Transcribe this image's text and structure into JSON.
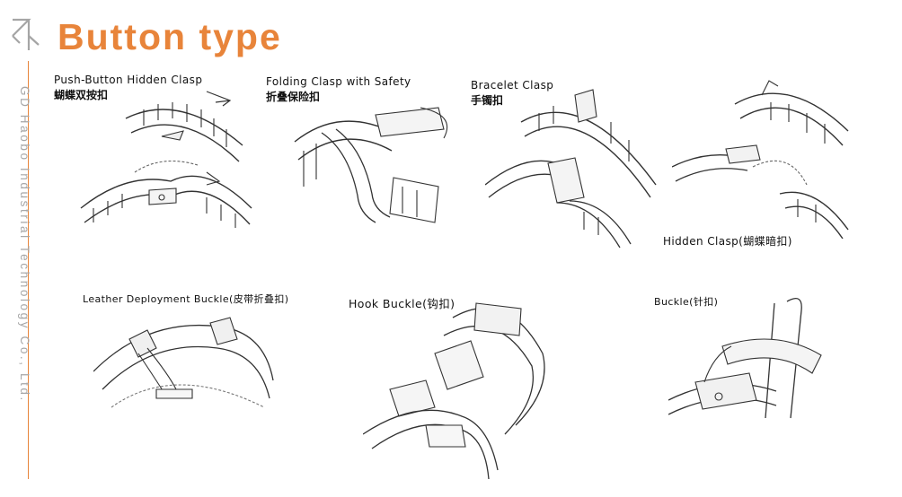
{
  "header": {
    "title": "Button type",
    "company": "GD Haobo Industrial Technology Co., Ltd."
  },
  "clasps": [
    {
      "en": "Push-Button Hidden Clasp",
      "cn": "蝴蝶双按扣"
    },
    {
      "en": "Folding Clasp with Safety",
      "cn": "折叠保险扣"
    },
    {
      "en": "Bracelet Clasp",
      "cn": "手镯扣"
    },
    {
      "en": "Hidden Clasp(蝴蝶暗扣)"
    },
    {
      "en": "Leather Deployment Buckle(皮带折叠扣)"
    },
    {
      "en": "Hook Buckle(钩扣)"
    },
    {
      "en": "Buckle(针扣)"
    }
  ]
}
